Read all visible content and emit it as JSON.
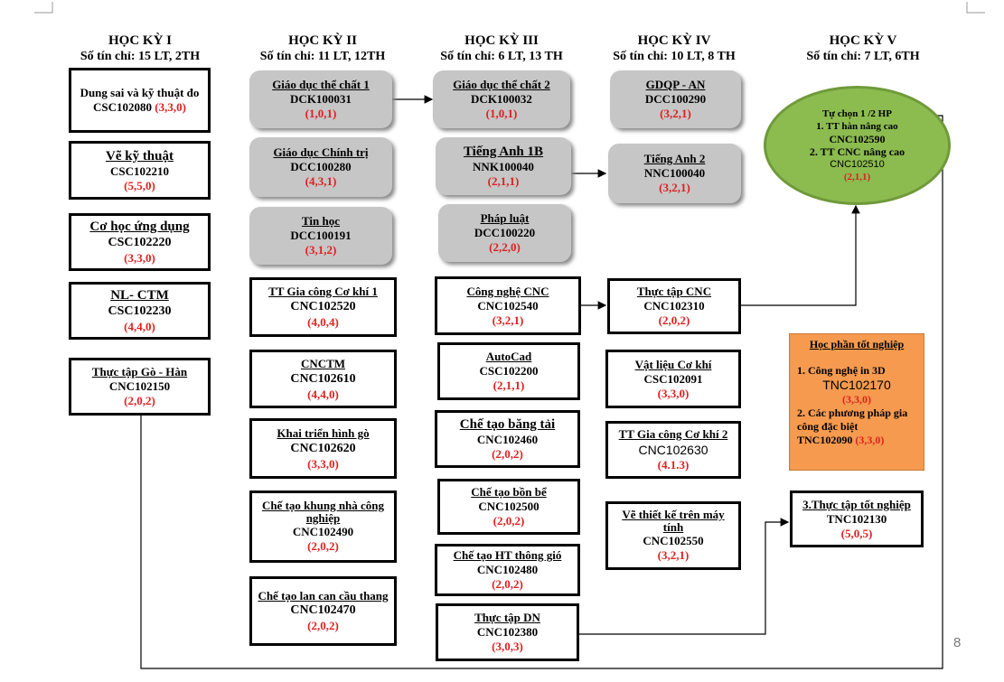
{
  "semesters": [
    {
      "title": "HỌC KỲ I",
      "credits": "Số tín chỉ: 15 LT, 2TH"
    },
    {
      "title": "HỌC KỲ II",
      "credits": "Số tín chỉ: 11 LT, 12TH"
    },
    {
      "title": "HỌC KỲ III",
      "credits": "Số tín chỉ: 6 LT, 13 TH"
    },
    {
      "title": "HỌC KỲ IV",
      "credits": "Số tín chỉ: 10 LT, 8 TH"
    },
    {
      "title": "HỌC KỲ V",
      "credits": "Số tín chỉ: 7 LT, 6TH"
    }
  ],
  "courses": {
    "dung_sai": {
      "name": "Dung sai và kỹ thuật đo",
      "code": "CSC102080",
      "credits": "(3,3,0)"
    },
    "ve_ky_thuat": {
      "name": "Vẽ kỹ thuật",
      "code": "CSC102210",
      "credits": "(5,5,0)"
    },
    "co_hoc": {
      "name": "Cơ học ứng dụng",
      "code": "CSC102220",
      "credits": "(3,3,0)"
    },
    "nl_ctm": {
      "name": "NL- CTM",
      "code": "CSC102230",
      "credits": "(4,4,0)"
    },
    "tt_go_han": {
      "name": "Thực tập Gò - Hàn",
      "code": "CNC102150",
      "credits": "(2,0,2)"
    },
    "gdtc1": {
      "name": "Giáo dục thể chất 1",
      "code": "DCK100031",
      "credits": "(1,0,1)"
    },
    "gd_chinh_tri": {
      "name": "Giáo dục Chính trị",
      "code": "DCC100280",
      "credits": "(4,3,1)"
    },
    "tin_hoc": {
      "name": "Tin học",
      "code": "DCC100191",
      "credits": "(3,1,2)"
    },
    "tt_gccd1": {
      "name": "TT Gia công Cơ khí 1",
      "code": "CNC102520",
      "credits": "(4,0,4)"
    },
    "cnctm": {
      "name": "CNCTM",
      "code": "CNC102610",
      "credits": "(4,4,0)"
    },
    "khai_trien": {
      "name": "Khai triển hình gò",
      "code": "CNC102620",
      "credits": "(3,3,0)"
    },
    "khung_nha": {
      "name": "Chế tạo khung nhà công nghiệp",
      "code": "CNC102490",
      "credits": "(2,0,2)"
    },
    "lan_can": {
      "name": "Chế tạo lan can cầu thang",
      "code": "CNC102470",
      "credits": "(2,0,2)"
    },
    "gdtc2": {
      "name": "Giáo dục thể chất 2",
      "code": "DCK100032",
      "credits": "(1,0,1)"
    },
    "tieng_anh_1b": {
      "name": "Tiếng Anh 1B",
      "code": "NNK100040",
      "credits": "(2,1,1)"
    },
    "phap_luat": {
      "name": "Pháp luật",
      "code": "DCC100220",
      "credits": "(2,2,0)"
    },
    "cong_nghe_cnc": {
      "name": "Công nghệ CNC",
      "code": "CNC102540",
      "credits": "(3,2,1)"
    },
    "autocad": {
      "name": "AutoCad",
      "code": "CSC102200",
      "credits": "(2,1,1)"
    },
    "bang_tai": {
      "name": "Chế tạo băng tải",
      "code": "CNC102460",
      "credits": "(2,0,2)"
    },
    "bon_be": {
      "name": "Chế tạo bồn bể",
      "code": "CNC102500",
      "credits": "(2,0,2)"
    },
    "ht_thong_gio": {
      "name": "Chế tạo HT thông gió",
      "code": "CNC102480",
      "credits": "(2,0,2)"
    },
    "tt_dn": {
      "name": "Thực tập DN",
      "code": "CNC102380",
      "credits": "(3,0,3)"
    },
    "gdqp": {
      "name": "GDQP - AN",
      "code": "DCC100290",
      "credits": "(3,2,1)"
    },
    "tieng_anh_2": {
      "name": "Tiếng Anh 2",
      "code": "NNC100040",
      "credits": "(3,2,1)"
    },
    "tt_cnc": {
      "name": "Thực tập CNC",
      "code": "CNC102310",
      "credits": "(2,0,2)"
    },
    "vat_lieu": {
      "name": "Vật liệu Cơ khí",
      "code": "CSC102091",
      "credits": "(3,3,0)"
    },
    "tt_gccd2": {
      "name": "TT Gia công Cơ khí 2",
      "code": "CNC102630",
      "credits": "(4.1.3)"
    },
    "ve_thiet_ke": {
      "name": "Vẽ thiết kế trên máy tính",
      "code": "CNC102550",
      "credits": "(3,2,1)"
    },
    "tt_tot_nghiep": {
      "name": "3.Thực tập tốt nghiệp",
      "code": "TNC102130",
      "credits": "(5,0,5)"
    }
  },
  "elective": {
    "title": "Tự chọn 1 /2 HP",
    "opt1": "1. TT hàn nâng cao",
    "code1": "CNC102590",
    "opt2": "2. TT CNC nâng cao",
    "code2": "CNC102510",
    "credits": "(2,1,1)"
  },
  "graduation": {
    "title": "Học phần tốt nghiệp",
    "item1": "1. Công nghệ in 3D",
    "code1": "TNC102170",
    "credits1": "(3,3,0)",
    "item2": "2. Các phương pháp gia công đặc biệt",
    "code2": "TNC102090",
    "credits2": "(3,3,0)"
  },
  "page_number": "8",
  "colors": {
    "credit_red": "#e02020",
    "gray_box": "#c6c6c6",
    "ellipse_green": "#8cbb4f",
    "graduation_orange": "#f59a4e"
  }
}
